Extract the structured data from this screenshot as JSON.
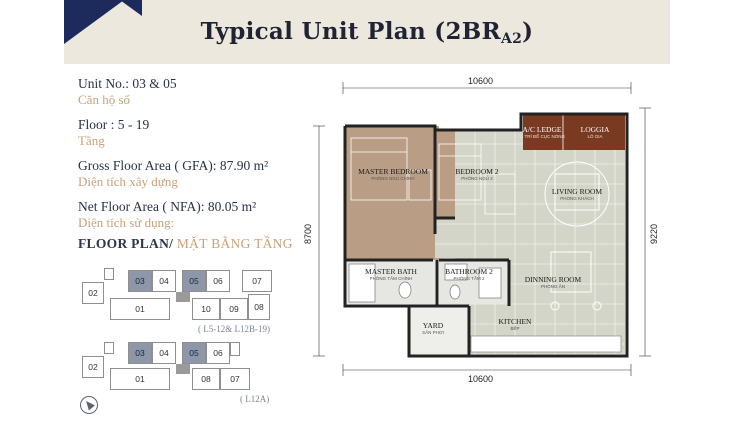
{
  "header": {
    "title_main": "Typical Unit Plan (2BR",
    "title_sub": "A2",
    "title_close": ")"
  },
  "info": {
    "unit_label": "Unit No.:",
    "unit_value": "03 & 05",
    "unit_vi": "Căn hộ số",
    "floor_label": "Floor :",
    "floor_value": "5 - 19",
    "floor_vi": "Tầng",
    "gfa_label": "Gross Floor Area ( GFA):",
    "gfa_value": "87.90 m²",
    "gfa_vi": "Diện tích xây dựng",
    "nfa_label": "Net Floor Area ( NFA):",
    "nfa_value": "80.05 m²",
    "nfa_vi": "Diện tích sử dụng:"
  },
  "floorplan_title": {
    "en": "FLOOR PLAN/ ",
    "vi": "MẶT BẰNG TẦNG"
  },
  "keyplan_1": {
    "caption": "( L5-12& L12B-19)",
    "cells": {
      "c02": "02",
      "c03": "03",
      "c04": "04",
      "c05": "05",
      "c06": "06",
      "c07": "07",
      "c01": "01",
      "c10": "10",
      "c09": "09",
      "c08": "08"
    }
  },
  "keyplan_2": {
    "caption": "( L12A)",
    "cells": {
      "c02": "02",
      "c03": "03",
      "c04": "04",
      "c05": "05",
      "c06": "06",
      "c01": "01",
      "c08": "08",
      "c07": "07"
    }
  },
  "plan": {
    "dim_top": "10600",
    "dim_bottom": "10600",
    "dim_left": "8700",
    "dim_right": "9220",
    "rooms": {
      "master_bedroom": {
        "en": "MASTER BEDROOM",
        "vi": "PHÒNG NGỦ CHÍNH"
      },
      "bedroom2": {
        "en": "BEDROOM 2",
        "vi": "PHÒNG NGỦ 2"
      },
      "ac_ledge": {
        "en": "A/C LEDGE",
        "vi": "VỊ TRÍ ĐỂ CỤC NÓNG"
      },
      "loggia": {
        "en": "LOGGIA",
        "vi": "LÔ GIA"
      },
      "living_room": {
        "en": "LIVING ROOM",
        "vi": "PHÒNG KHÁCH"
      },
      "master_bath": {
        "en": "MASTER BATH",
        "vi": "PHÒNG TẮM CHÍNH"
      },
      "bathroom2": {
        "en": "BATHROOM 2",
        "vi": "PHÒNG TẮM 2"
      },
      "dining_room": {
        "en": "DINNING ROOM",
        "vi": "PHÒNG ĂN"
      },
      "yard": {
        "en": "YARD",
        "vi": "SÂN PHƠI"
      },
      "kitchen": {
        "en": "KITCHEN",
        "vi": "BẾP"
      }
    }
  },
  "colors": {
    "navy": "#1c2a5c",
    "header_bg": "#ece8de",
    "gold": "#c7a178",
    "floor_brown": "#b99d84",
    "tile_grey": "#d3d5c8",
    "loggia_brown": "#7a3a22",
    "keyplan_highlight": "#8e97a8"
  }
}
